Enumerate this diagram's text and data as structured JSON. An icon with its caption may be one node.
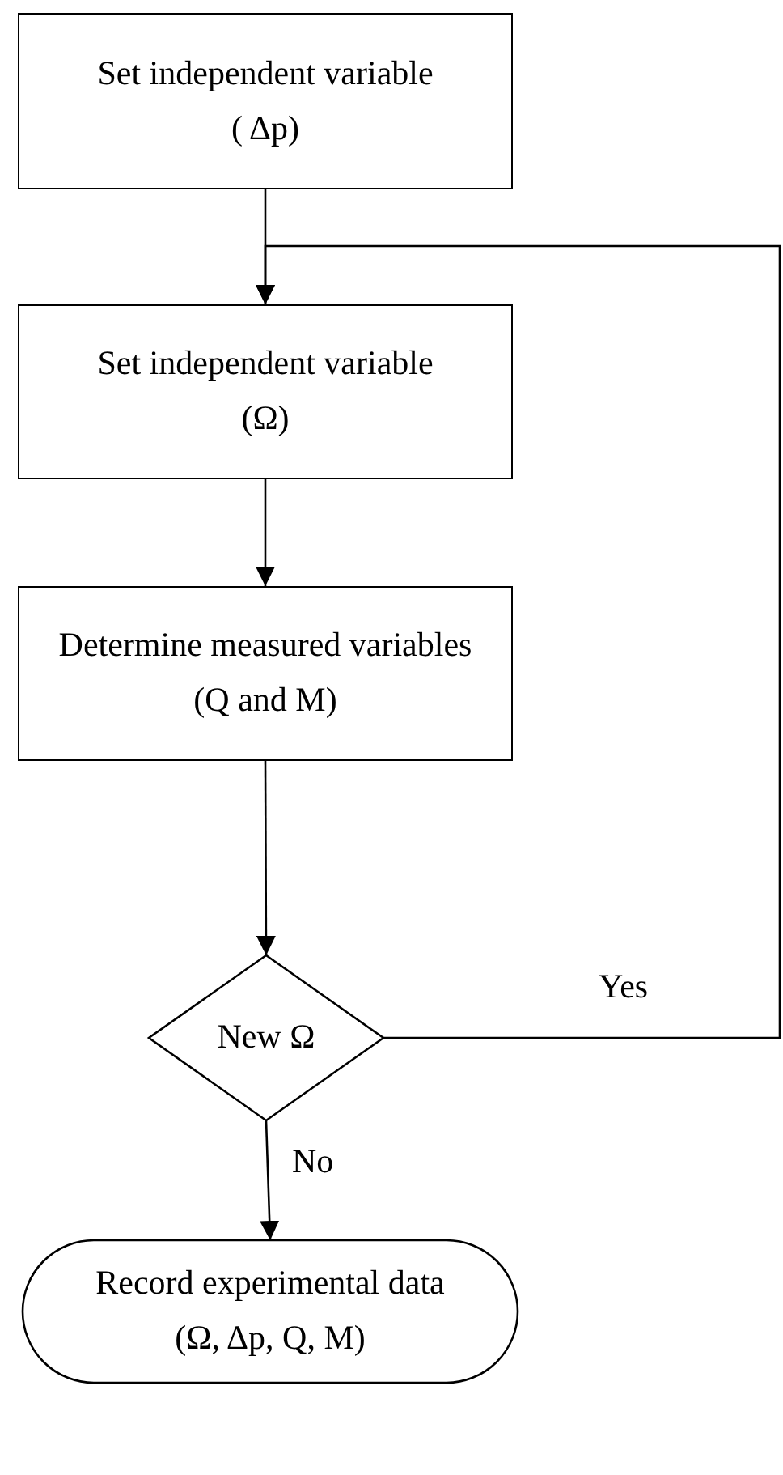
{
  "diagram": {
    "nodes": [
      {
        "text": [
          "Set independent variable",
          "( Δp)"
        ]
      },
      {
        "text": [
          "Set independent variable",
          "(Ω)"
        ]
      },
      {
        "text": [
          "Determine measured variables",
          "(Q and M)"
        ]
      },
      {
        "text": [
          "New Ω"
        ]
      },
      {
        "text": [
          "Record experimental data",
          "(Ω, Δp, Q, M)"
        ]
      }
    ],
    "edges": [
      {
        "from": 0,
        "to": 1,
        "arrow": "to"
      },
      {
        "from": 1,
        "to": 2,
        "arrow": "to"
      },
      {
        "from": 2,
        "to": 3,
        "arrow": "to"
      },
      {
        "from": 3,
        "to": 1,
        "arrow": "to",
        "label": "Yes"
      },
      {
        "from": 3,
        "to": 4,
        "arrow": "to",
        "label": "No"
      }
    ]
  }
}
